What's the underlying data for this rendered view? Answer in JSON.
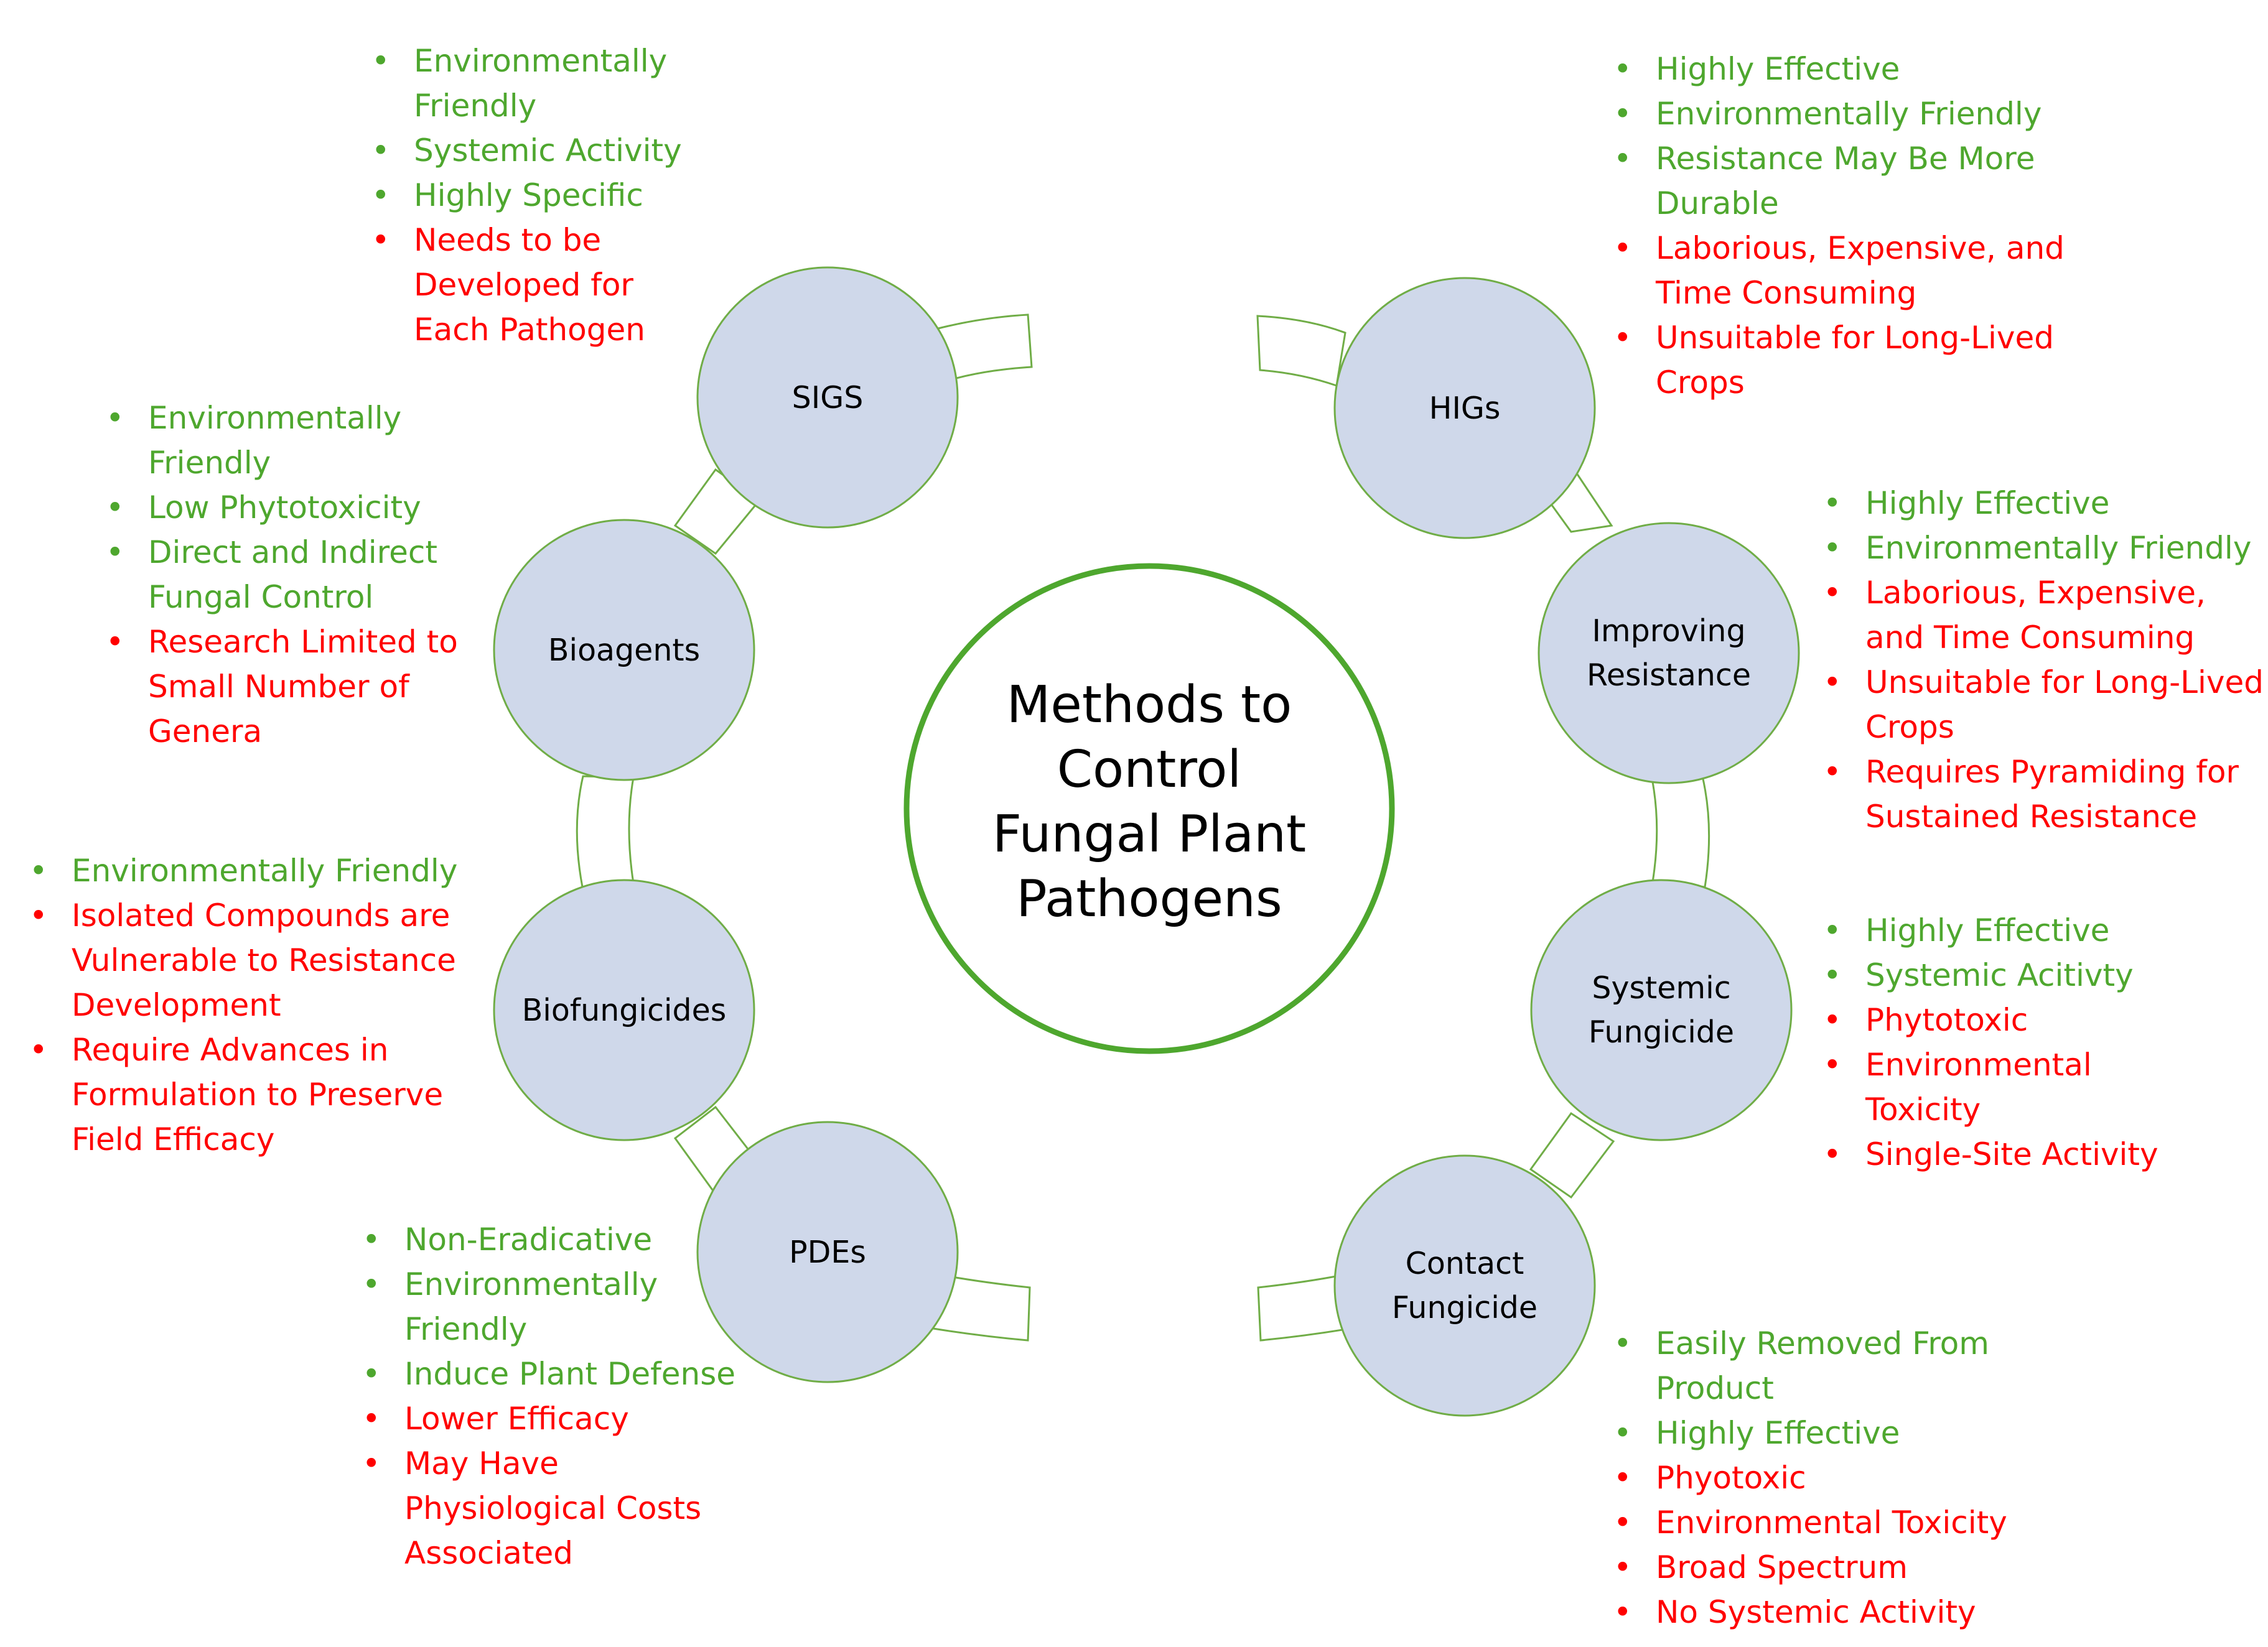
{
  "center": {
    "title_lines": [
      "Methods to",
      "Control",
      "Fungal Plant",
      "Pathogens"
    ]
  },
  "colors": {
    "advantage": "#4ea72e",
    "disadvantage": "#ff0000",
    "circle_fill": "#cfd8ea",
    "outline": "#70ad47"
  },
  "methods": [
    {
      "label_lines": [
        "SIGS"
      ],
      "points": [
        {
          "text": "Environmentally Friendly",
          "kind": "pro"
        },
        {
          "text": "Systemic Activity",
          "kind": "pro"
        },
        {
          "text": "Highly Specific",
          "kind": "pro"
        },
        {
          "text": "Needs to be Developed for Each Pathogen",
          "kind": "con"
        }
      ]
    },
    {
      "label_lines": [
        "HIGs"
      ],
      "points": [
        {
          "text": "Highly Effective",
          "kind": "pro"
        },
        {
          "text": "Environmentally Friendly",
          "kind": "pro"
        },
        {
          "text": "Resistance May Be More Durable",
          "kind": "pro"
        },
        {
          "text": "Laborious, Expensive, and Time Consuming",
          "kind": "con"
        },
        {
          "text": "Unsuitable for Long-Lived Crops",
          "kind": "con"
        }
      ]
    },
    {
      "label_lines": [
        "Improving",
        "Resistance"
      ],
      "points": [
        {
          "text": "Highly Effective",
          "kind": "pro"
        },
        {
          "text": "Environmentally Friendly",
          "kind": "pro"
        },
        {
          "text": "Laborious, Expensive, and Time Consuming",
          "kind": "con"
        },
        {
          "text": "Unsuitable for Long-Lived Crops",
          "kind": "con"
        },
        {
          "text": "Requires Pyramiding for Sustained Resistance",
          "kind": "con"
        }
      ]
    },
    {
      "label_lines": [
        "Systemic",
        "Fungicide"
      ],
      "points": [
        {
          "text": "Highly Effective",
          "kind": "pro"
        },
        {
          "text": "Systemic Acitivty",
          "kind": "pro"
        },
        {
          "text": "Phytotoxic",
          "kind": "con"
        },
        {
          "text": "Environmental Toxicity",
          "kind": "con"
        },
        {
          "text": "Single-Site Activity",
          "kind": "con"
        }
      ]
    },
    {
      "label_lines": [
        "Contact",
        "Fungicide"
      ],
      "points": [
        {
          "text": "Easily Removed From Product",
          "kind": "pro"
        },
        {
          "text": "Highly Effective",
          "kind": "pro"
        },
        {
          "text": "Phyotoxic",
          "kind": "con"
        },
        {
          "text": "Environmental Toxicity",
          "kind": "con"
        },
        {
          "text": "Broad Spectrum",
          "kind": "con"
        },
        {
          "text": "No Systemic Activity",
          "kind": "con"
        }
      ]
    },
    {
      "label_lines": [
        "PDEs"
      ],
      "points": [
        {
          "text": "Non-Eradicative",
          "kind": "pro"
        },
        {
          "text": "Environmentally Friendly",
          "kind": "pro"
        },
        {
          "text": "Induce Plant Defense",
          "kind": "pro"
        },
        {
          "text": "Lower Efficacy",
          "kind": "con"
        },
        {
          "text": "May Have Physiological Costs Associated",
          "kind": "con"
        }
      ]
    },
    {
      "label_lines": [
        "Biofungicides"
      ],
      "points": [
        {
          "text": "Environmentally Friendly",
          "kind": "pro"
        },
        {
          "text": "Isolated Compounds are Vulnerable to Resistance Development",
          "kind": "con"
        },
        {
          "text": "Require Advances in Formulation to Preserve Field Efficacy",
          "kind": "con"
        }
      ]
    },
    {
      "label_lines": [
        "Bioagents"
      ],
      "points": [
        {
          "text": "Environmentally Friendly",
          "kind": "pro"
        },
        {
          "text": "Low Phytotoxicity",
          "kind": "pro"
        },
        {
          "text": "Direct and Indirect Fungal Control",
          "kind": "pro"
        },
        {
          "text": "Research Limited to Small Number of Genera",
          "kind": "con"
        }
      ]
    }
  ]
}
